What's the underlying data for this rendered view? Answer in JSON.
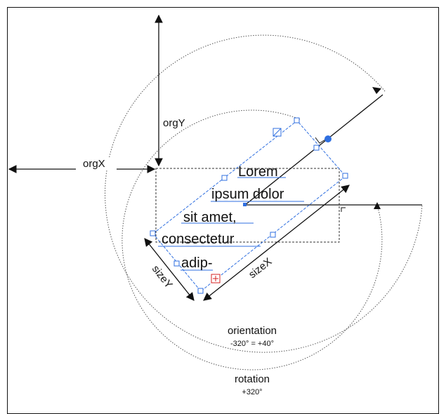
{
  "labels": {
    "org_x": "orgX",
    "org_y": "orgY",
    "size_x": "sizeX",
    "size_y": "sizeY",
    "orientation": "orientation",
    "orientation_value": "-320° = +40°",
    "rotation": "rotation",
    "rotation_value": "+320°"
  },
  "lorem_lines": [
    "Lorem",
    "ipsum dolor",
    "sit amet,",
    "consectetur",
    "adip-"
  ],
  "colors": {
    "selection_blue": "#2f6fe0",
    "handle_red": "#d42020",
    "line": "#111111",
    "dotted": "#555555"
  },
  "icons": [
    "rotation-handle-icon",
    "overflow-plus-icon",
    "corner-mark-icon"
  ]
}
